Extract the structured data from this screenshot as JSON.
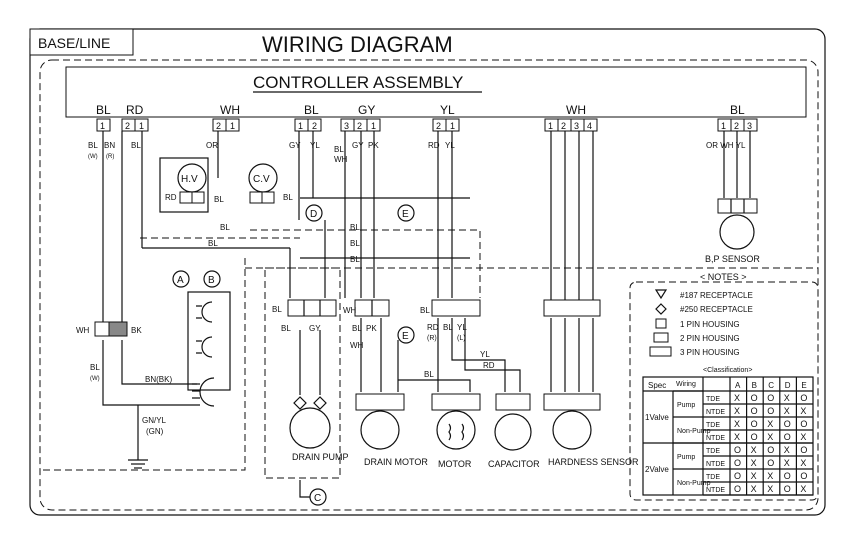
{
  "header": {
    "tag": "BASE/LINE",
    "title": "WIRING DIAGRAM"
  },
  "controller": {
    "title": "CONTROLLER ASSEMBLY"
  },
  "connector_colors": [
    "BL",
    "RD",
    "WH",
    "BL",
    "GY",
    "YL",
    "WH",
    "BL"
  ],
  "pins": {
    "bl1": [
      "1"
    ],
    "rd": [
      "2",
      "1"
    ],
    "wh1": [
      "2",
      "1"
    ],
    "bl2": [
      "1",
      "2"
    ],
    "gy": [
      "3",
      "2",
      "1"
    ],
    "yl": [
      "2",
      "1"
    ],
    "wh2": [
      "1",
      "2",
      "3",
      "4"
    ],
    "bl3": [
      "1",
      "2",
      "3"
    ]
  },
  "wire_labels": {
    "bl_a": "BL",
    "bl_a_sub": "(W)",
    "bn": "BN",
    "bn_sub": "(R)",
    "bl_b": "BL",
    "or1": "OR",
    "gy1": "GY",
    "yl1": "YL",
    "bl_wh": "BL",
    "wh_mid": "WH",
    "gy2": "GY",
    "pk": "PK",
    "rd1": "RD",
    "yl2": "YL",
    "or_wh_yl": "OR WH YL",
    "rd_hv": "RD",
    "bl_hv": "BL",
    "bl_cv": "BL",
    "bl_bus1": "BL",
    "bl_bus2": "BL",
    "bl_bus3": "BL",
    "bl_bus4": "BL",
    "bl_bus5": "BL",
    "dp_bl": "BL",
    "dp_bl2": "BL",
    "dp_gy": "GY",
    "dm_wh": "WH",
    "dm_bl": "BL",
    "dm_pk": "PK",
    "dm_wh2": "WH",
    "m_bl": "BL",
    "m_rd": "RD",
    "m_rd_sub": "(R)",
    "m_bl2": "BL",
    "m_yl": "YL",
    "m_yl_sub": "(L)",
    "m_yl3": "YL",
    "m_rd3": "RD",
    "m_bl4": "BL",
    "wh_left": "WH",
    "bk_left": "BK",
    "bl_left": "BL",
    "bl_left_sub": "(W)",
    "bnbk": "BN(BK)",
    "gnyl": "GN/YL",
    "gn": "(GN)"
  },
  "components": {
    "hv": "H.V",
    "cv": "C.V",
    "bp": "B,P SENSOR",
    "drain_pump": "DRAIN PUMP",
    "drain_motor": "DRAIN MOTOR",
    "motor": "MOTOR",
    "capacitor": "CAPACITOR",
    "hardness": "HARDNESS SENSOR"
  },
  "markers": {
    "a": "A",
    "b": "B",
    "c": "C",
    "d": "D",
    "e": "E",
    "e2": "E"
  },
  "notes": {
    "title": "< NOTES >",
    "items": [
      {
        "icon": "triangle",
        "label": "#187 RECEPTACLE"
      },
      {
        "icon": "diamond",
        "label": "#250 RECEPTACLE"
      },
      {
        "icon": "housing-1",
        "label": "1 PIN HOUSING"
      },
      {
        "icon": "housing-2",
        "label": "2 PIN HOUSING"
      },
      {
        "icon": "housing-3",
        "label": "3 PIN HOUSING"
      }
    ],
    "classification": "<Classification>"
  },
  "class_table": {
    "header_spec": "Spec",
    "header_wiring": "Wiring",
    "columns": [
      "A",
      "B",
      "C",
      "D",
      "E"
    ],
    "groups": [
      {
        "valve": "1Valve",
        "pumps": [
          {
            "pump": "Pump",
            "rows": [
              {
                "type": "TDE",
                "cells": [
                  "X",
                  "O",
                  "O",
                  "X",
                  "O"
                ]
              },
              {
                "type": "NTDE",
                "cells": [
                  "X",
                  "O",
                  "O",
                  "X",
                  "X"
                ]
              }
            ]
          },
          {
            "pump": "Non-Pump",
            "rows": [
              {
                "type": "TDE",
                "cells": [
                  "X",
                  "O",
                  "X",
                  "O",
                  "O"
                ]
              },
              {
                "type": "NTDE",
                "cells": [
                  "X",
                  "O",
                  "X",
                  "O",
                  "X"
                ]
              }
            ]
          }
        ]
      },
      {
        "valve": "2Valve",
        "pumps": [
          {
            "pump": "Pump",
            "rows": [
              {
                "type": "TDE",
                "cells": [
                  "O",
                  "X",
                  "O",
                  "X",
                  "O"
                ]
              },
              {
                "type": "NTDE",
                "cells": [
                  "O",
                  "X",
                  "O",
                  "X",
                  "X"
                ]
              }
            ]
          },
          {
            "pump": "Non-Pump",
            "rows": [
              {
                "type": "TDE",
                "cells": [
                  "O",
                  "X",
                  "X",
                  "O",
                  "O"
                ]
              },
              {
                "type": "NTDE",
                "cells": [
                  "O",
                  "X",
                  "X",
                  "O",
                  "X"
                ]
              }
            ]
          }
        ]
      }
    ]
  }
}
